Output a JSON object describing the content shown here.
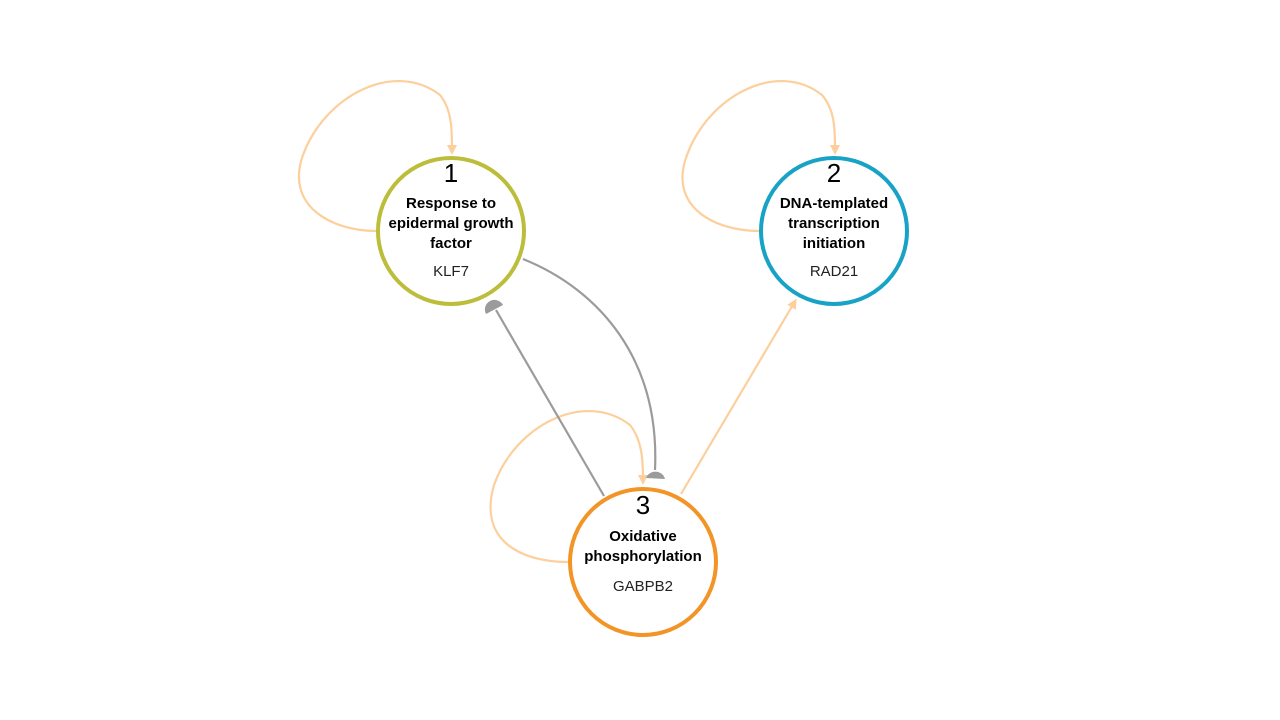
{
  "colors": {
    "activation_edge": "#fccf9c",
    "inhibition_edge": "#9b9b9b",
    "background": "#ffffff"
  },
  "nodes": [
    {
      "number": "1",
      "title_lines": [
        "Response to",
        "epidermal growth",
        "factor"
      ],
      "gene": "KLF7",
      "color": "#bcbd3a"
    },
    {
      "number": "2",
      "title_lines": [
        "DNA-templated",
        "transcription",
        "initiation"
      ],
      "gene": "RAD21",
      "color": "#18a3c6"
    },
    {
      "number": "3",
      "title_lines": [
        "Oxidative",
        "phosphorylation"
      ],
      "gene": "GABPB2",
      "color": "#f39427"
    }
  ],
  "edges": [
    {
      "from": "1",
      "to": "1",
      "type": "activation"
    },
    {
      "from": "2",
      "to": "2",
      "type": "activation"
    },
    {
      "from": "3",
      "to": "3",
      "type": "activation"
    },
    {
      "from": "3",
      "to": "2",
      "type": "activation"
    },
    {
      "from": "3",
      "to": "1",
      "type": "inhibition"
    },
    {
      "from": "1",
      "to": "3",
      "type": "inhibition"
    }
  ]
}
